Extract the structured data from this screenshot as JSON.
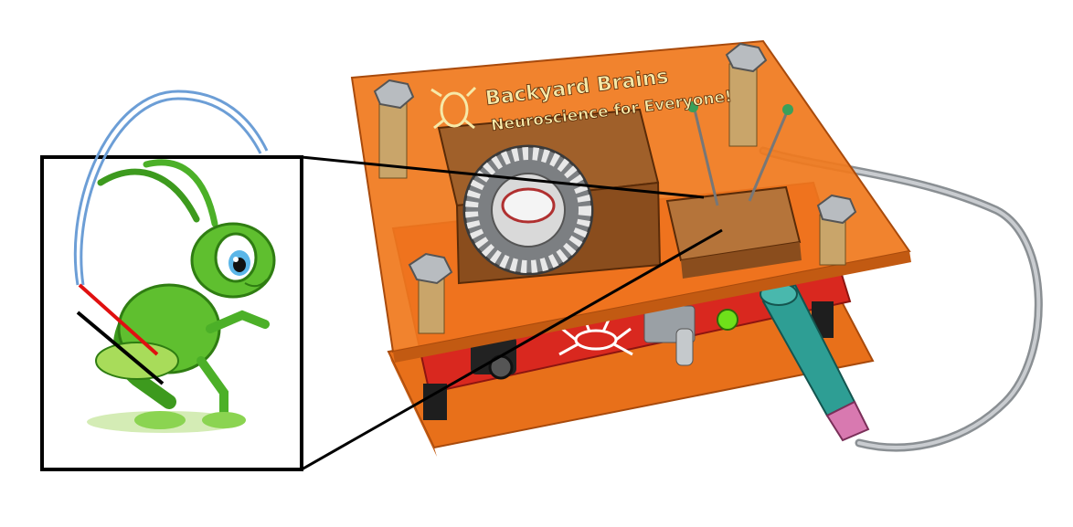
{
  "device": {
    "brand_line1": "Backyard Brains",
    "brand_line2": "Neuroscience for Everyone!"
  },
  "colors": {
    "board_orange": "#f07a1e",
    "pcb_red": "#d9281f",
    "grasshopper_green": "#5fbf2f",
    "electrode_wire_blue": "#6c9ed6",
    "electrode_red": "#e01010",
    "callout_border": "#000000"
  },
  "icons": [
    "grasshopper-illustration",
    "spikerbox-device",
    "cooling-fan",
    "bug-logo"
  ]
}
